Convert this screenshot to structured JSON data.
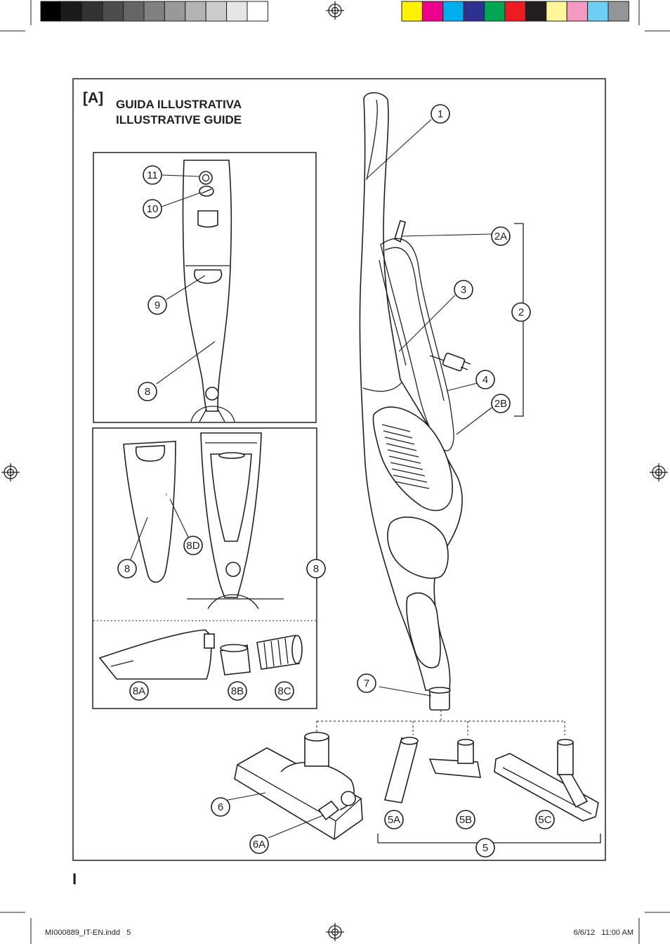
{
  "heading": {
    "code": "[A]",
    "title_it": "GUIDA ILLUSTRATIVA",
    "title_en": "ILLUSTRATIVE GUIDE"
  },
  "page_marker": "I",
  "footer": {
    "file": "MI000889_IT-EN.indd   5",
    "date": "6/6/12   11:00 AM"
  },
  "callouts": {
    "c1": "1",
    "c2A": "2A",
    "c2": "2",
    "c3": "3",
    "c4": "4",
    "c2B": "2B",
    "c7": "7",
    "c11": "11",
    "c10": "10",
    "c9": "9",
    "c8a": "8",
    "c8b": "8",
    "c8D": "8D",
    "c8c": "8",
    "c8A": "8A",
    "c8B": "8B",
    "c8C": "8C",
    "c6": "6",
    "c6A": "6A",
    "c5A": "5A",
    "c5B": "5B",
    "c5C": "5C",
    "c5": "5"
  },
  "swatches": {
    "grays": [
      "#000000",
      "#1a1a1a",
      "#333333",
      "#4d4d4d",
      "#666666",
      "#808080",
      "#999999",
      "#b3b3b3",
      "#cccccc",
      "#e6e6e6",
      "#ffffff"
    ],
    "colors": [
      "#fff200",
      "#ec008c",
      "#00aeef",
      "#2e3192",
      "#00a651",
      "#ed1c24",
      "#231f20",
      "#fff799",
      "#f49ac1",
      "#6dcff6",
      "#939598"
    ]
  }
}
